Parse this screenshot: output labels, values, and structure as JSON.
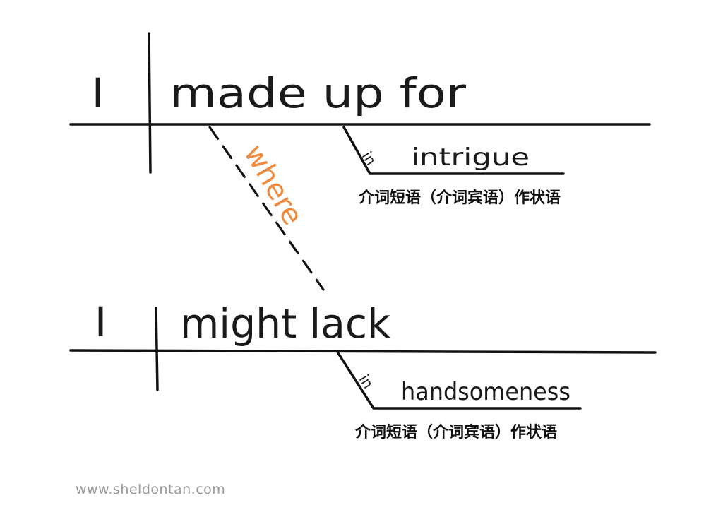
{
  "clause1": {
    "subject": "I",
    "predicate": "made up for",
    "prep": "in",
    "object": "intrigue",
    "note": "介词短语（介词宾语）作状语"
  },
  "connector": {
    "word": "where"
  },
  "clause2": {
    "subject": "I",
    "predicate": "might lack",
    "prep": "in",
    "object": "handsomeness",
    "note": "介词短语（介词宾语）作状语"
  },
  "watermark": "www.sheldontan.com",
  "colors": {
    "ink": "#111111",
    "accent": "#f08a3c",
    "watermark": "#9a9a9a"
  }
}
